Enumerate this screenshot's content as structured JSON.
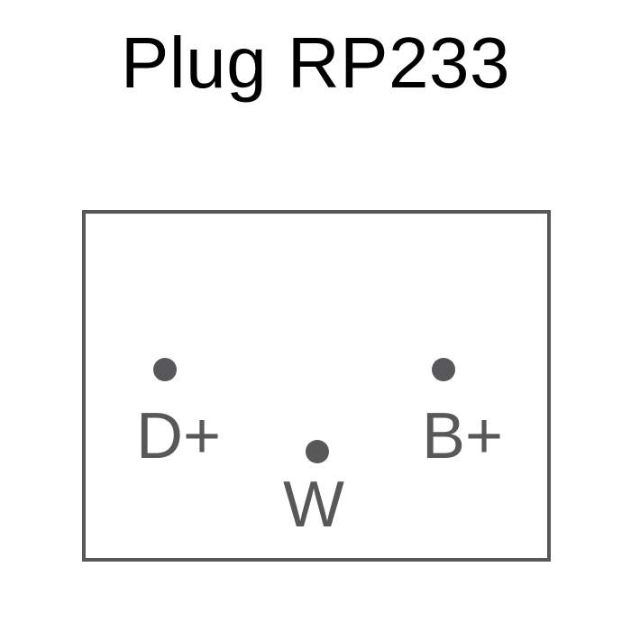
{
  "title": "Plug RP233",
  "pins": {
    "d_plus": {
      "label": "D+"
    },
    "w": {
      "label": "W"
    },
    "b_plus": {
      "label": "B+"
    }
  },
  "colors": {
    "title_text": "#000000",
    "diagram_gray": "#58585a",
    "background": "#ffffff"
  }
}
